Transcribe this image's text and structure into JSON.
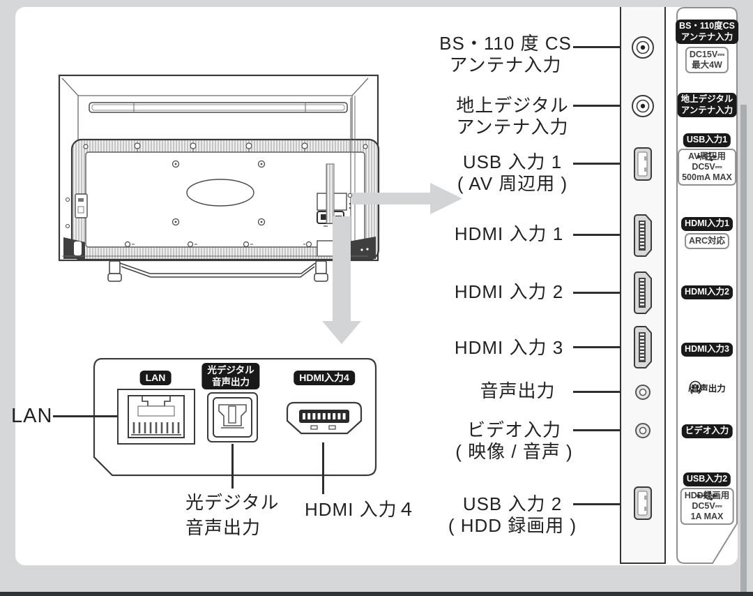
{
  "colors": {
    "page_margin": "#d5d7d8",
    "canvas": "#ffffff",
    "line": "#343434",
    "badge_black": "#191919",
    "arrow_gray": "#d2d4d5",
    "panel_border": "#8f8f8f"
  },
  "callouts": {
    "items": [
      {
        "lines": [
          "BS・110 度 CS",
          "アンテナ入力"
        ]
      },
      {
        "lines": [
          "地上デジタル",
          "アンテナ入力"
        ]
      },
      {
        "lines": [
          "USB 入力 1",
          "( AV 周辺用 )"
        ]
      },
      {
        "lines": [
          "HDMI 入力 1"
        ]
      },
      {
        "lines": [
          "HDMI 入力 2"
        ]
      },
      {
        "lines": [
          "HDMI 入力 3"
        ]
      },
      {
        "lines": [
          "音声出力"
        ]
      },
      {
        "lines": [
          "ビデオ入力",
          "( 映像 / 音声 )"
        ]
      },
      {
        "lines": [
          "USB 入力 2",
          "( HDD 録画用 )"
        ]
      }
    ]
  },
  "spec_panel": {
    "bs_badge_lines": [
      "BS・110度CS",
      "アンテナ入力"
    ],
    "bs_note_lines": [
      "DC15V⎓",
      "最大4W"
    ],
    "terrestrial_badge_lines": [
      "地上デジタル",
      "アンテナ入力"
    ],
    "usb1_badge": "USB入力1",
    "usb1_note_lines": [
      "AV周辺用",
      "DC5V⎓",
      "500mA MAX"
    ],
    "hdmi1_badge": "HDMI入力1",
    "hdmi1_note": "ARC対応",
    "hdmi2_badge": "HDMI入力2",
    "hdmi3_badge": "HDMI入力3",
    "audio_out_label": "/音声出力",
    "video_badge": "ビデオ入力",
    "usb2_badge": "USB入力2",
    "usb2_note_lines": [
      "HDD録画用",
      "DC5V⎓",
      "1A MAX"
    ]
  },
  "bottom_panel": {
    "lan_badge": "LAN",
    "optical_badge_lines": [
      "光デジタル",
      "音声出力"
    ],
    "hdmi4_badge": "HDMI入力4",
    "lan_label": "LAN",
    "optical_label_lines": [
      "光デジタル",
      "音声出力"
    ],
    "hdmi4_label": "HDMI 入力４"
  }
}
